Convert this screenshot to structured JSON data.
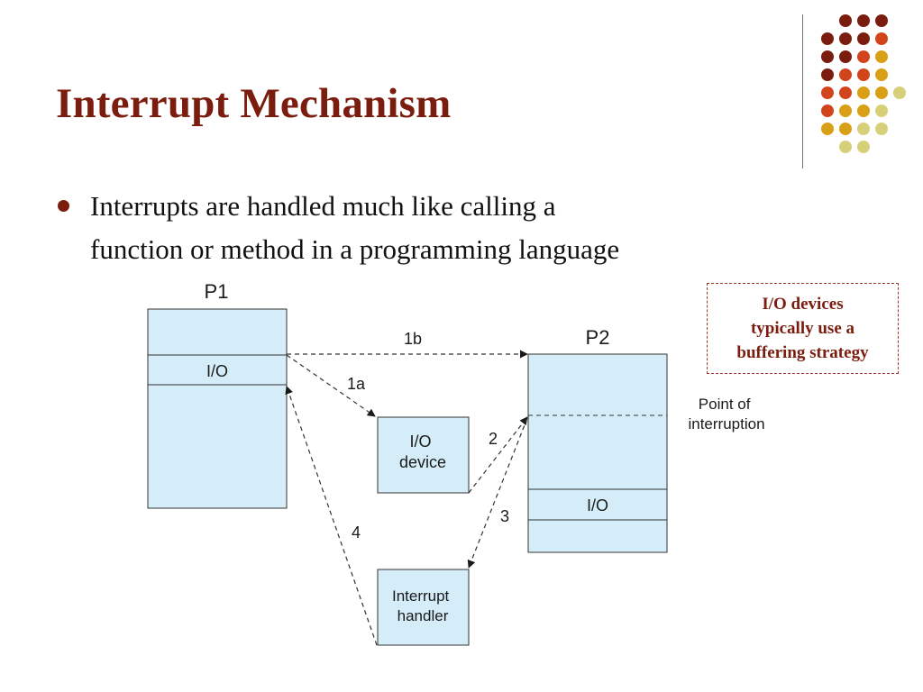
{
  "slide": {
    "title": "Interrupt Mechanism",
    "bullet": "Interrupts are handled much like calling a function or method in a programming language",
    "callout": "I/O devices typically use a buffering strategy"
  },
  "diagram": {
    "p1_label": "P1",
    "p1_io": "I/O",
    "p2_label": "P2",
    "p2_io": "I/O",
    "io_device": [
      "I/O",
      "device"
    ],
    "interrupt_handler": [
      "Interrupt",
      "handler"
    ],
    "point_of_interruption": [
      "Point of",
      "interruption"
    ],
    "step_1a": "1a",
    "step_1b": "1b",
    "step_2": "2",
    "step_3": "3",
    "step_4": "4"
  },
  "colors": {
    "accent": "#7b1d0e",
    "box_fill": "#d4edf8",
    "logo_dots": [
      "#7b1d0e",
      "#d2451c",
      "#d9a017",
      "#d6d07a"
    ]
  }
}
